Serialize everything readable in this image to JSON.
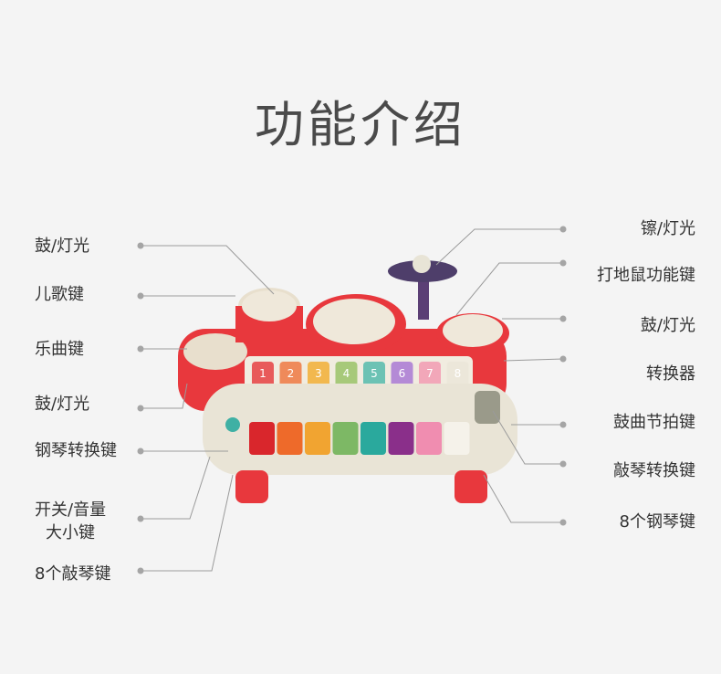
{
  "title": "功能介绍",
  "left_labels": [
    "鼓/灯光",
    "儿歌键",
    "乐曲键",
    "鼓/灯光",
    "钢琴转换键",
    "开关/音量",
    "大小键",
    "8个敲琴键"
  ],
  "right_labels": [
    "镲/灯光",
    "打地鼠功能键",
    "鼓/灯光",
    "转换器",
    "鼓曲节拍键",
    "敲琴转换键",
    "8个钢琴键"
  ],
  "xylophone_numbers": [
    "1",
    "2",
    "3",
    "4",
    "5",
    "6",
    "7",
    "8"
  ],
  "colors": {
    "toy_red": "#e8383d",
    "toy_cream": "#eee9dc",
    "line": "#999999"
  }
}
